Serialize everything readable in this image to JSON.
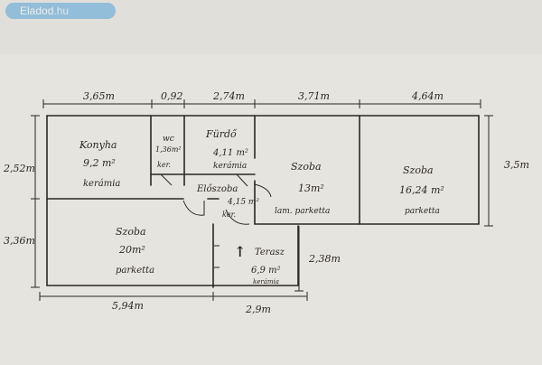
{
  "watermark": {
    "brand": "Eladod",
    "suffix": ".hu"
  },
  "dimensions": {
    "top": [
      "3,65m",
      "0,92",
      "2,74m",
      "3,71m",
      "4,64m"
    ],
    "left": [
      "2,52m",
      "3,36m"
    ],
    "right": "3,5m",
    "terrace_right": "2,38m",
    "bottom": [
      "5,94m",
      "2,9m"
    ]
  },
  "rooms": {
    "konyha": {
      "name": "Konyha",
      "area": "9,2 m²",
      "floor": "kerámia"
    },
    "wc": {
      "name": "wc",
      "area": "1,36m²",
      "floor": "ker."
    },
    "furdo": {
      "name": "Fürdő",
      "area": "4,11 m²",
      "floor": "kerámia"
    },
    "eloszoba": {
      "name": "Előszoba",
      "area": "4,15 m²",
      "floor": "ker."
    },
    "szoba_middle": {
      "name": "Szoba",
      "area": "13m²",
      "floor": "lam. parketta"
    },
    "szoba_right": {
      "name": "Szoba",
      "area": "16,24 m²",
      "floor": "parketta"
    },
    "szoba_bottom": {
      "name": "Szoba",
      "area": "20m²",
      "floor": "parketta"
    },
    "terasz": {
      "name": "Terasz",
      "area": "6,9 m²",
      "floor": "kerámia"
    }
  },
  "entrance_arrow": "↑"
}
